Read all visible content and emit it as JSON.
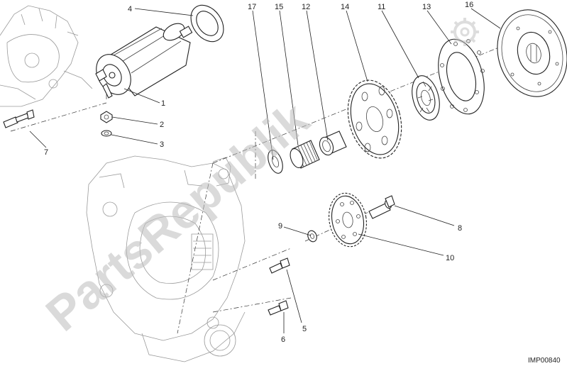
{
  "reference_code": "IMP00840",
  "watermark": "PartsRepublik",
  "callouts": [
    "1",
    "2",
    "3",
    "4",
    "5",
    "6",
    "7",
    "8",
    "9",
    "10",
    "11",
    "12",
    "13",
    "14",
    "15",
    "16",
    "17"
  ]
}
